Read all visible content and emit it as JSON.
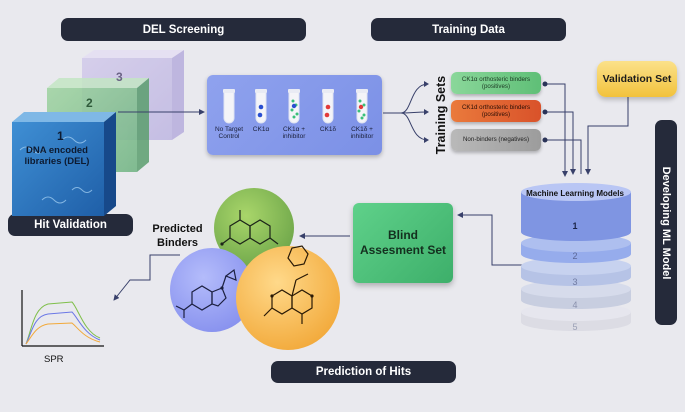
{
  "headers": {
    "del_screening": "DEL Screening",
    "training_data": "Training Data",
    "hit_validation": "Hit Validation",
    "prediction_of_hits": "Prediction of Hits",
    "developing_ml_model": "Developing ML Model"
  },
  "del_cubes": {
    "labels": [
      "1",
      "2",
      "3"
    ],
    "front_text": "DNA encoded libraries (DEL)"
  },
  "tubes": [
    {
      "label": "No Target Control"
    },
    {
      "label": "CK1α"
    },
    {
      "label": "CK1α + inhibitor"
    },
    {
      "label": "CK1δ"
    },
    {
      "label": "CK1δ + inhibitor"
    }
  ],
  "training_sets": {
    "title": "Training Sets",
    "items": [
      {
        "label": "CK1α orthosteric binders (positives)",
        "color": "#7fd08a"
      },
      {
        "label": "CK1d orthosteric binders (positives)",
        "color": "#e2622f"
      },
      {
        "label": "Non-binders (negatives)",
        "color": "#a7a7a7"
      }
    ]
  },
  "validation_set": {
    "label": "Validation Set"
  },
  "ml_models": {
    "title": "Machine Learning Models",
    "layers": [
      "1",
      "2",
      "3",
      "4",
      "5"
    ]
  },
  "blind_set": {
    "label": "Blind Assesment Set"
  },
  "predicted_binders": {
    "label": "Predicted Binders"
  },
  "spr": {
    "label": "SPR"
  },
  "colors": {
    "dark_pill": "#252a3a",
    "tube_panel": "#8593ea",
    "green_box": "#53c179",
    "validation_yellow": "#f6cd52"
  }
}
